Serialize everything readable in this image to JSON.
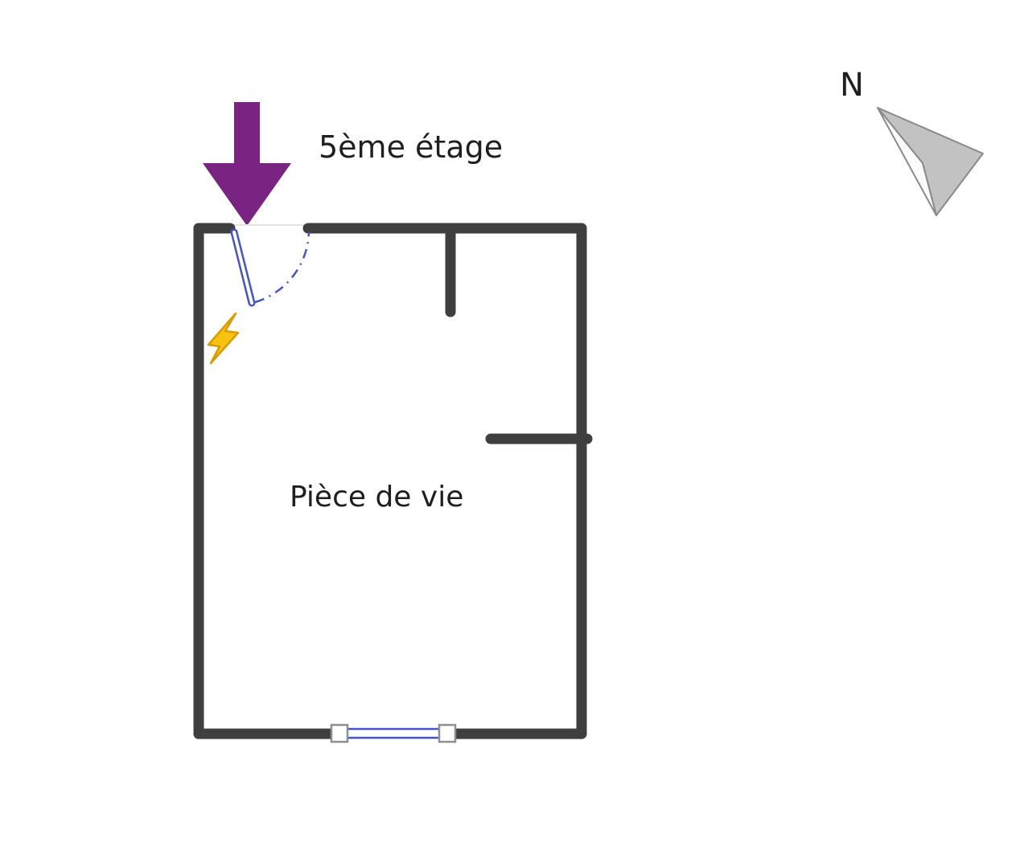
{
  "labels": {
    "floor": "5ème étage",
    "room": "Pièce de vie",
    "compass_north": "N"
  },
  "colors": {
    "wall": "#3f3f3f",
    "opening": "#e6e6e6",
    "door": "#4553cd",
    "door_gap": "#ffffff",
    "window_frame": "#8f8f8f",
    "arrow": "#7b2382",
    "lightning": "#f6c410",
    "lightning_outline": "#dc9a00",
    "compass_fill": "#c2c2c2",
    "compass_light": "#fbfbfb",
    "compass_stroke": "#8a8a8a",
    "text": "#1f1f1f"
  },
  "icons": {
    "entrance_arrow": "entrance-arrow-icon",
    "lightning": "lightning-icon",
    "compass_arrow": "compass-north-arrow-icon",
    "door_swing": "door-swing-icon",
    "window": "window-icon"
  }
}
